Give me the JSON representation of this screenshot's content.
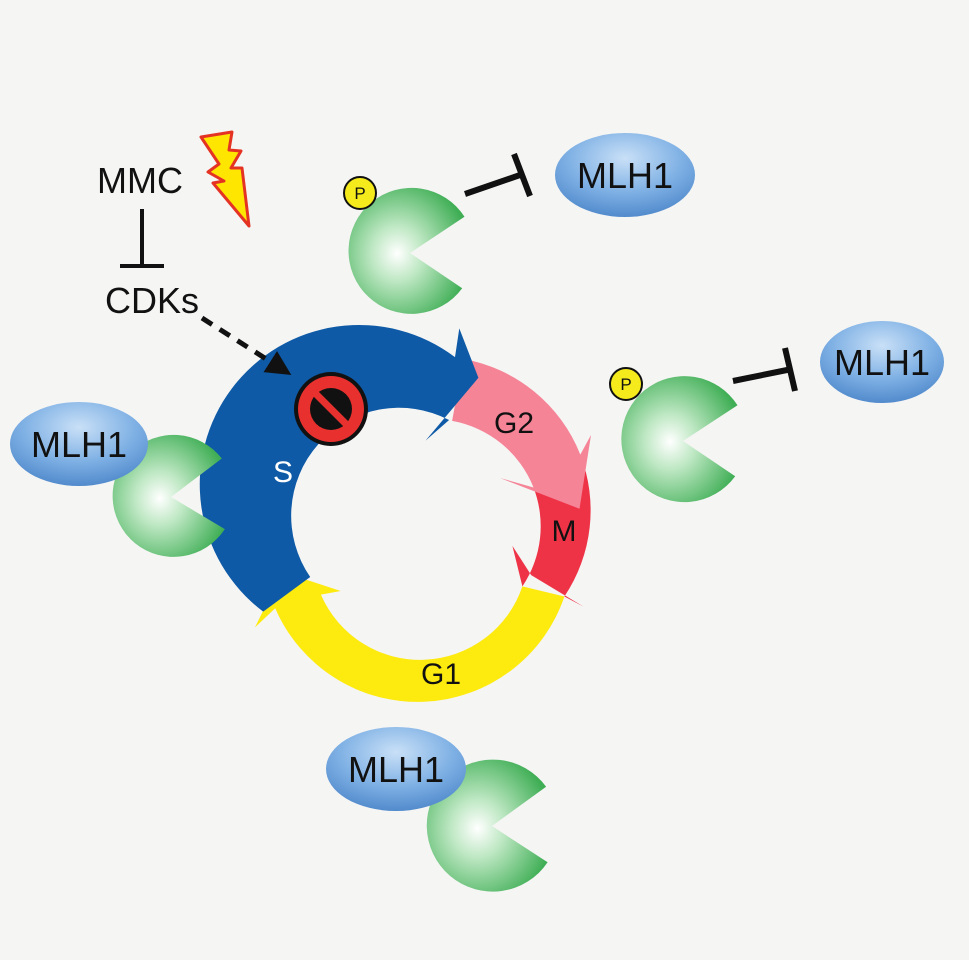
{
  "stimulus": {
    "label": "MMC",
    "icon": "lightning-bolt-icon"
  },
  "kinase": {
    "label": "CDKs"
  },
  "cycle": {
    "phases": [
      {
        "id": "s",
        "label": "S",
        "color": "#0e5aa6",
        "text_color": "#ffffff"
      },
      {
        "id": "g2",
        "label": "G2",
        "color": "#f58497",
        "text_color": "#111111"
      },
      {
        "id": "m",
        "label": "M",
        "color": "#ef3347",
        "text_color": "#111111"
      },
      {
        "id": "g1",
        "label": "G1",
        "color": "#fdea0e",
        "text_color": "#111111"
      }
    ],
    "block_icon": "prohibition-icon"
  },
  "mlh1": {
    "label": "MLH1"
  },
  "phospho": {
    "label": "P"
  },
  "colors": {
    "mlh1_fill": "#5f97d6",
    "pacman_fill": "#4dbd63",
    "phospho_fill": "#f4ea1c",
    "block_fill": "#e8312f",
    "bolt_fill": "#ffe600",
    "bolt_stroke": "#e53323"
  }
}
